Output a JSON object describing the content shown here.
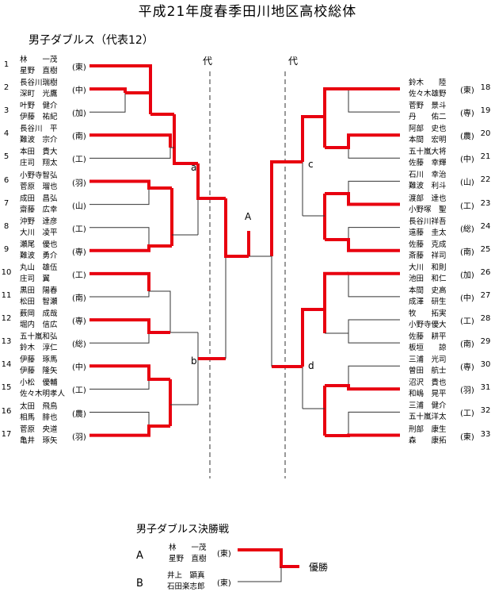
{
  "title": "平成21年度春季田川地区高校総体",
  "subtitle": "男子ダブルス（代表12）",
  "dai_label": "代",
  "bracket_labels": {
    "a": "a",
    "b": "b",
    "c": "c",
    "d": "d",
    "A": "A"
  },
  "left_entries": [
    {
      "num": "1",
      "p1": "林　　一茂",
      "p2": "星野　直樹",
      "school": "(東)"
    },
    {
      "num": "2",
      "p1": "長谷川瑞樹",
      "p2": "深町　光鷹",
      "school": "(中)"
    },
    {
      "num": "3",
      "p1": "叶野　健介",
      "p2": "伊藤　祐紀",
      "school": "(加)"
    },
    {
      "num": "4",
      "p1": "長谷川　平",
      "p2": "難波　宗介",
      "school": "(南)"
    },
    {
      "num": "5",
      "p1": "本田　貴大",
      "p2": "庄司　翔太",
      "school": "(工)"
    },
    {
      "num": "6",
      "p1": "小野寺智弘",
      "p2": "菅原　瑠也",
      "school": "(羽)"
    },
    {
      "num": "7",
      "p1": "成田　昌弘",
      "p2": "齋藤　広幸",
      "school": "(山)"
    },
    {
      "num": "8",
      "p1": "沖野　達彦",
      "p2": "大川　凌平",
      "school": "(工)"
    },
    {
      "num": "9",
      "p1": "瀬尾　優也",
      "p2": "難波　勇介",
      "school": "(専)"
    },
    {
      "num": "10",
      "p1": "丸山　雄伍",
      "p2": "庄司　翼",
      "school": "(工)"
    },
    {
      "num": "11",
      "p1": "黒田　陽春",
      "p2": "松田　智瀬",
      "school": "(南)"
    },
    {
      "num": "12",
      "p1": "薮岡　成哉",
      "p2": "堀内　信広",
      "school": "(専)"
    },
    {
      "num": "13",
      "p1": "五十嵐和弘",
      "p2": "鈴木　淳仁",
      "school": "(総)"
    },
    {
      "num": "14",
      "p1": "伊藤　琢馬",
      "p2": "伊藤　隆矢",
      "school": "(中)"
    },
    {
      "num": "15",
      "p1": "小松　優輔",
      "p2": "佐々木明孝人",
      "school": "(工)"
    },
    {
      "num": "16",
      "p1": "太田　飛鳥",
      "p2": "相馬　腓也",
      "school": "(農)"
    },
    {
      "num": "17",
      "p1": "菅原　央道",
      "p2": "亀井　琢矢",
      "school": "(羽)"
    }
  ],
  "right_entries": [
    {
      "num": "18",
      "p1": "鈴木　　陸",
      "p2": "佐々木雄野",
      "school": "(東)"
    },
    {
      "num": "19",
      "p1": "菅野　景斗",
      "p2": "丹　　佑二",
      "school": "(専)"
    },
    {
      "num": "20",
      "p1": "阿部　史也",
      "p2": "本間　宏明",
      "school": "(農)"
    },
    {
      "num": "21",
      "p1": "五十嵐大将",
      "p2": "佐藤　幸輝",
      "school": "(中)"
    },
    {
      "num": "22",
      "p1": "石川　幸治",
      "p2": "難波　利斗",
      "school": "(山)"
    },
    {
      "num": "23",
      "p1": "渡部　達也",
      "p2": "小野塚　聖",
      "school": "(工)"
    },
    {
      "num": "24",
      "p1": "長谷川祥吾",
      "p2": "遠藤　圭太",
      "school": "(総)"
    },
    {
      "num": "25",
      "p1": "佐藤　克成",
      "p2": "斎藤　祥司",
      "school": "(南)"
    },
    {
      "num": "26",
      "p1": "大川　和則",
      "p2": "池田　和仁",
      "school": "(加)"
    },
    {
      "num": "27",
      "p1": "本間　史高",
      "p2": "成澤　研生",
      "school": "(中)"
    },
    {
      "num": "28",
      "p1": "牧　　拓実",
      "p2": "小野寺優大",
      "school": "(工)"
    },
    {
      "num": "29",
      "p1": "佐藤　耕平",
      "p2": "板垣　　諒",
      "school": "(南)"
    },
    {
      "num": "30",
      "p1": "三浦　光司",
      "p2": "曽田　航士",
      "school": "(専)"
    },
    {
      "num": "31",
      "p1": "沼沢　貴也",
      "p2": "和嶋　晃平",
      "school": "(羽)"
    },
    {
      "num": "32",
      "p1": "三浦　健介",
      "p2": "五十嵐洋太",
      "school": "(工)"
    },
    {
      "num": "33",
      "p1": "刑部　康生",
      "p2": "森　　康拓",
      "school": "(東)"
    }
  ],
  "final": {
    "title": "男子ダブルス決勝戦",
    "A": {
      "label": "A",
      "p1": "林　　一茂",
      "p2": "星野　直樹",
      "school": "(東)"
    },
    "B": {
      "label": "B",
      "p1": "井上　顕真",
      "p2": "石田楽志郎",
      "school": "(東)"
    },
    "result": "優勝"
  },
  "colors": {
    "winner_line": "#e8000f",
    "line": "#333333"
  }
}
